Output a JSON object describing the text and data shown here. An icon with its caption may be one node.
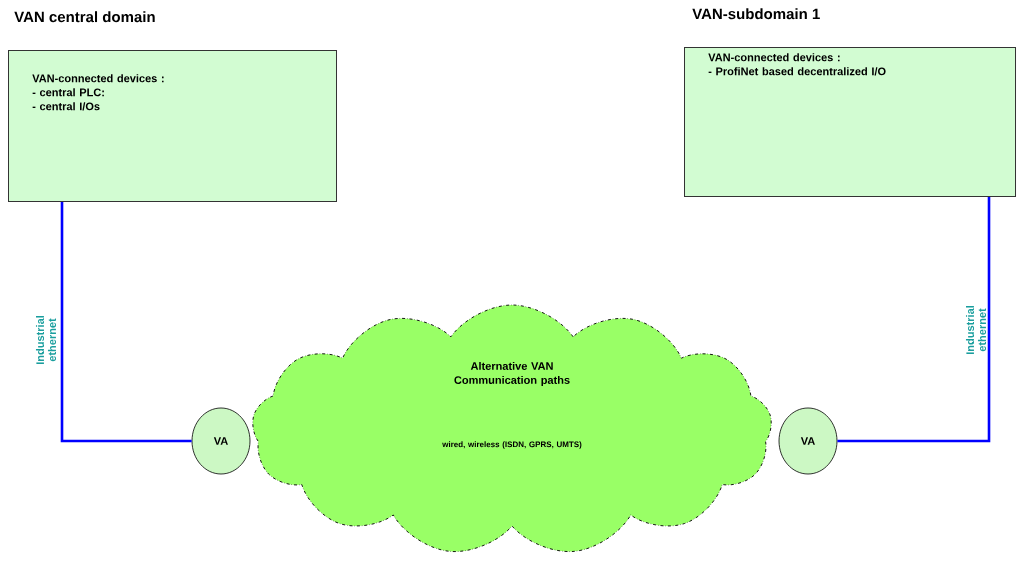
{
  "diagram": {
    "nodes": [
      {
        "text": [
          "VAN central domain",
          "VAN-connected devices :",
          "- central PLC:",
          "- central I/Os"
        ]
      },
      {
        "text": [
          "VAN-subdomain 1",
          "VAN-connected devices :",
          "- ProfiNet based decentralized I/O"
        ]
      },
      {
        "text": [
          "Alternative VAN Communication paths",
          "wired, wireless (ISDN, GPRS, UMTS)"
        ]
      },
      {
        "text": [
          "VA"
        ]
      },
      {
        "text": [
          "VA"
        ]
      }
    ],
    "edges": [
      {
        "from": 0,
        "to": 3,
        "arrow": "none",
        "label": "Industrial ethernet"
      },
      {
        "from": 4,
        "to": 1,
        "arrow": "none",
        "label": "Industrial ethernet"
      }
    ]
  }
}
